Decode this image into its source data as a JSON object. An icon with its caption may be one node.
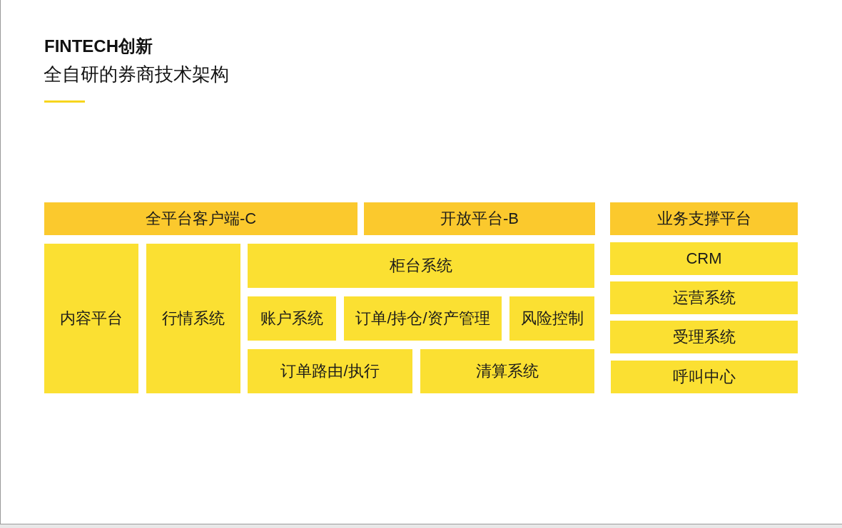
{
  "diagram": {
    "title": "FINTECH创新",
    "nodes": [
      {
        "text": [
          "全平台客户端-C"
        ]
      },
      {
        "text": [
          "开放平台-B"
        ]
      },
      {
        "text": [
          "业务支撑平台"
        ]
      },
      {
        "text": [
          "内容平台"
        ]
      },
      {
        "text": [
          "行情系统"
        ]
      },
      {
        "text": [
          "柜台系统"
        ]
      },
      {
        "text": [
          "账户系统"
        ]
      },
      {
        "text": [
          "订单/持仓/资产管理"
        ]
      },
      {
        "text": [
          "风险控制"
        ]
      },
      {
        "text": [
          "订单路由/执行"
        ]
      },
      {
        "text": [
          "清算系统"
        ]
      },
      {
        "text": [
          "CRM"
        ]
      },
      {
        "text": [
          "运营系统"
        ]
      },
      {
        "text": [
          "受理系统"
        ]
      },
      {
        "text": [
          "呼叫中心"
        ]
      }
    ],
    "edges": [],
    "labels": [
      "全自研的券商技术架构"
    ]
  }
}
